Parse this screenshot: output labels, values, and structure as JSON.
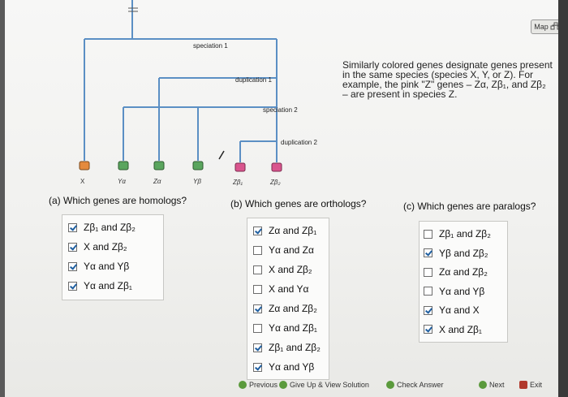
{
  "toolbar": {
    "map_label": "Map"
  },
  "tree": {
    "events": {
      "speciation1": "speciation 1",
      "duplication1": "duplication 1",
      "speciation2": "speciation 2",
      "duplication2": "duplication 2"
    },
    "leaves": [
      "X",
      "Yα",
      "Zα",
      "Yβ",
      "Zβ₁",
      "Zβ₂"
    ],
    "leaf_colors": [
      "#e48a3d",
      "#5aa55e",
      "#5aa55e",
      "#5aa55e",
      "#d9558e",
      "#d9558e"
    ]
  },
  "note": "Similarly colored genes designate genes present in the same species (species X, Y, or Z). For example, the pink \"Z\" genes – Zα, Zβ₁, and Zβ₂ – are present in species Z.",
  "question_a": {
    "text": "(a) Which genes are homologs?",
    "options": [
      {
        "label": "Zβ₁ and Zβ₂",
        "checked": true
      },
      {
        "label": "X and Zβ₂",
        "checked": true
      },
      {
        "label": "Yα and Yβ",
        "checked": true
      },
      {
        "label": "Yα and Zβ₁",
        "checked": true
      }
    ]
  },
  "question_b": {
    "text": "(b) Which genes are orthologs?",
    "options": [
      {
        "label": "Zα and Zβ₁",
        "checked": true
      },
      {
        "label": "Yα and Zα",
        "checked": false
      },
      {
        "label": "X and Zβ₂",
        "checked": false
      },
      {
        "label": "X and Yα",
        "checked": false
      },
      {
        "label": "Zα and Zβ₂",
        "checked": true
      },
      {
        "label": "Yα and Zβ₁",
        "checked": false
      },
      {
        "label": "Zβ₁ and Zβ₂",
        "checked": true
      },
      {
        "label": "Yα and Yβ",
        "checked": true
      }
    ]
  },
  "question_c": {
    "text": "(c) Which genes are paralogs?",
    "options": [
      {
        "label": "Zβ₁ and Zβ₂",
        "checked": false
      },
      {
        "label": "Yβ and Zβ₂",
        "checked": true
      },
      {
        "label": "Zα and Zβ₂",
        "checked": false
      },
      {
        "label": "Yα and Yβ",
        "checked": false
      },
      {
        "label": "Yα and X",
        "checked": true
      },
      {
        "label": "X and Zβ₁",
        "checked": true
      }
    ]
  },
  "footer": {
    "previous": "Previous",
    "give_up": "Give Up & View Solution",
    "check": "Check Answer",
    "next": "Next",
    "exit": "Exit"
  }
}
